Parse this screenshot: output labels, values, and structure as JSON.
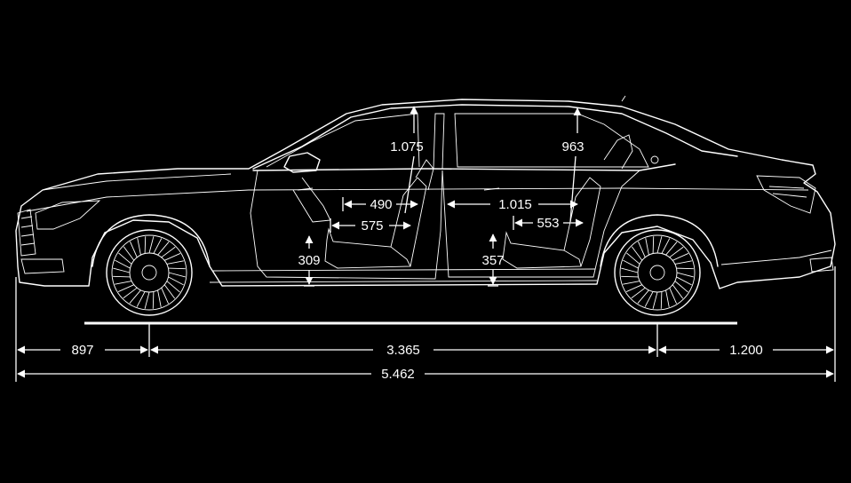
{
  "colors": {
    "background": "#000000",
    "line": "#ffffff"
  },
  "dimensions": {
    "front_overhang": "897",
    "wheelbase": "3.365",
    "rear_overhang": "1.200",
    "overall_length": "5.462",
    "front_headroom": "1.075",
    "rear_headroom": "963",
    "front_legroom_a": "490",
    "front_legroom_b": "575",
    "rear_legroom_a": "1.015",
    "rear_legroom_b": "553",
    "front_seat_height": "309",
    "rear_seat_height": "357"
  }
}
